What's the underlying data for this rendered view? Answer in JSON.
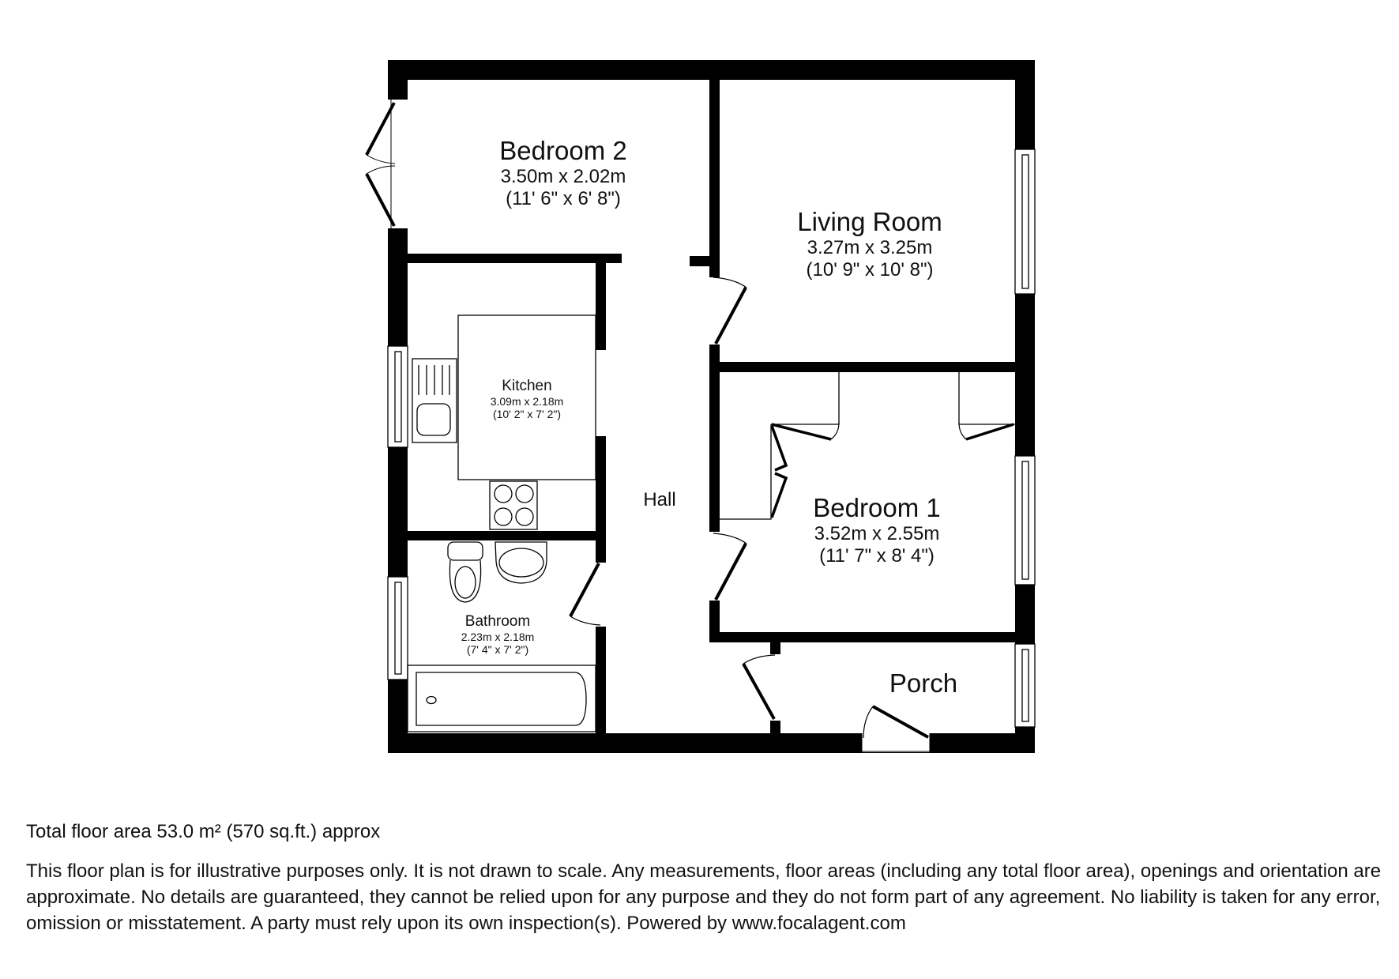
{
  "rooms": {
    "bedroom2": {
      "name": "Bedroom 2",
      "metric": "3.50m x 2.02m",
      "imperial": "(11' 6\" x 6' 8\")"
    },
    "living_room": {
      "name": "Living Room",
      "metric": "3.27m x 3.25m",
      "imperial": "(10' 9\" x 10' 8\")"
    },
    "kitchen": {
      "name": "Kitchen",
      "metric": "3.09m x 2.18m",
      "imperial": "(10' 2\" x 7' 2\")"
    },
    "hall": {
      "name": "Hall"
    },
    "bedroom1": {
      "name": "Bedroom 1",
      "metric": "3.52m x 2.55m",
      "imperial": "(11' 7\" x 8' 4\")"
    },
    "bathroom": {
      "name": "Bathroom",
      "metric": "2.23m x 2.18m",
      "imperial": "(7' 4\" x 7' 2\")"
    },
    "porch": {
      "name": "Porch"
    }
  },
  "footer": {
    "total_area": "Total floor area 53.0 m² (570 sq.ft.) approx",
    "disclaimer": "This floor plan is for illustrative purposes only. It is not drawn to scale. Any measurements, floor areas (including any total floor area), openings and orientation are approximate. No details are guaranteed, they cannot be relied upon for any purpose and they do not form part of any agreement. No liability is taken for any error, omission or misstatement. A party must rely upon its own inspection(s). Powered by www.focalagent.com"
  },
  "colors": {
    "wall": "#000000",
    "background": "#ffffff",
    "text": "#111111"
  }
}
